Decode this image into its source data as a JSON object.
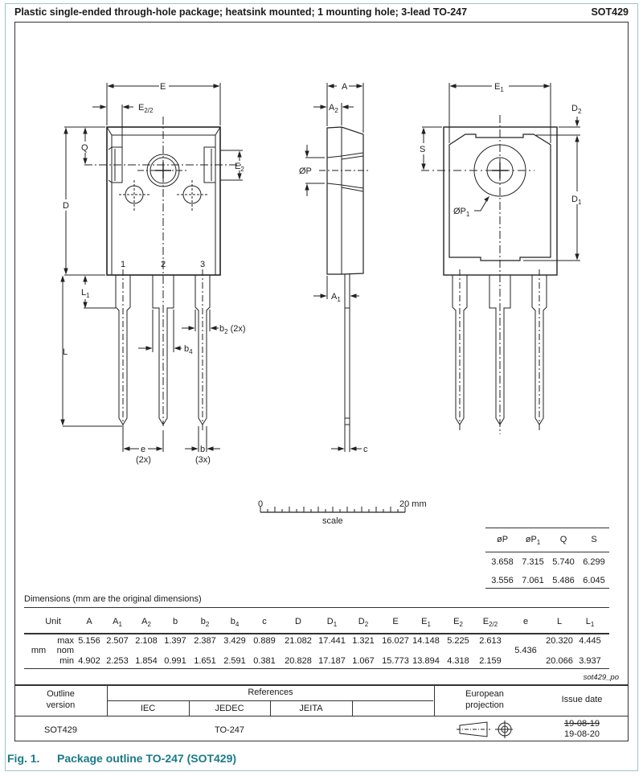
{
  "header": {
    "title": "Plastic single-ended through-hole package; heatsink mounted; 1 mounting hole; 3-lead TO-247",
    "code": "SOT429"
  },
  "drawing": {
    "front_view_labels": {
      "E": "E",
      "E2_2": "E",
      "E2_2_sub": "2/2",
      "Q": "Q",
      "D": "D",
      "E2": "E",
      "E2_sub": "2",
      "L1": "L",
      "L1_sub": "1",
      "L": "L",
      "b2": "b",
      "b2_sub": "2",
      "b2_note": "(2x)",
      "b4": "b",
      "b4_sub": "4",
      "e": "e",
      "e_note": "(2x)",
      "b": "b",
      "b_note": "(3x)",
      "pin1": "1",
      "pin2": "2",
      "pin3": "3"
    },
    "side_view_labels": {
      "A": "A",
      "A2": "A",
      "A2_sub": "2",
      "P": "ØP",
      "A1": "A",
      "A1_sub": "1",
      "c": "c"
    },
    "back_view_labels": {
      "E1": "E",
      "E1_sub": "1",
      "D2": "D",
      "D2_sub": "2",
      "S": "S",
      "D1": "D",
      "D1_sub": "1",
      "P1": "ØP",
      "P1_sub": "1"
    },
    "scale": {
      "start": "0",
      "end": "20 mm",
      "label": "scale"
    }
  },
  "side_table": {
    "headers": [
      "øP",
      "øP",
      "Q",
      "S"
    ],
    "header_subs": [
      "",
      "1",
      "",
      ""
    ],
    "max": [
      "3.658",
      "7.315",
      "5.740",
      "6.299"
    ],
    "min": [
      "3.556",
      "7.061",
      "5.486",
      "6.045"
    ]
  },
  "dimensions": {
    "title": "Dimensions (mm are the original dimensions)",
    "unit_header": "Unit",
    "unit": "mm",
    "row_labels": [
      "max",
      "nom",
      "min"
    ],
    "columns": [
      {
        "name": "A",
        "sub": "",
        "max": "5.156",
        "min": "4.902"
      },
      {
        "name": "A",
        "sub": "1",
        "max": "2.507",
        "min": "2.253"
      },
      {
        "name": "A",
        "sub": "2",
        "max": "2.108",
        "min": "1.854"
      },
      {
        "name": "b",
        "sub": "",
        "max": "1.397",
        "min": "0.991"
      },
      {
        "name": "b",
        "sub": "2",
        "max": "2.387",
        "min": "1.651"
      },
      {
        "name": "b",
        "sub": "4",
        "max": "3.429",
        "min": "2.591"
      },
      {
        "name": "c",
        "sub": "",
        "max": "0.889",
        "min": "0.381"
      },
      {
        "name": "D",
        "sub": "",
        "max": "21.082",
        "min": "20.828"
      },
      {
        "name": "D",
        "sub": "1",
        "max": "17.441",
        "min": "17.187"
      },
      {
        "name": "D",
        "sub": "2",
        "max": "1.321",
        "min": "1.067"
      },
      {
        "name": "E",
        "sub": "",
        "max": "16.027",
        "min": "15.773"
      },
      {
        "name": "E",
        "sub": "1",
        "max": "14.148",
        "min": "13.894"
      },
      {
        "name": "E",
        "sub": "2",
        "max": "5.225",
        "min": "4.318"
      },
      {
        "name": "E",
        "sub": "2/2",
        "max": "2.613",
        "min": "2.159"
      },
      {
        "name": "e",
        "sub": "",
        "nom": "5.436"
      },
      {
        "name": "L",
        "sub": "",
        "max": "20.320",
        "min": "20.066"
      },
      {
        "name": "L",
        "sub": "1",
        "max": "4.445",
        "min": "3.937"
      }
    ],
    "drawing_id": "sot429_po"
  },
  "footer": {
    "outline_version_label": "Outline\nversion",
    "outline_l1": "Outline",
    "outline_l2": "version",
    "references_label": "References",
    "iec_label": "IEC",
    "jedec_label": "JEDEC",
    "jeita_label": "JEITA",
    "european_l1": "European",
    "european_l2": "projection",
    "issue_date_label": "Issue date",
    "outline_value": "SOT429",
    "jedec_value": "TO-247",
    "issue_date_old": "19-08-19",
    "issue_date_new": "19-08-20"
  },
  "caption": {
    "number": "Fig. 1.",
    "text": "Package outline TO-247 (SOT429)"
  }
}
